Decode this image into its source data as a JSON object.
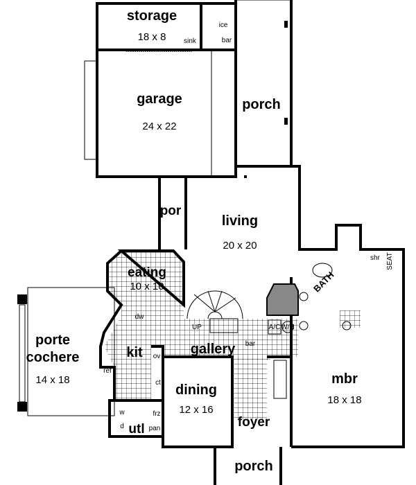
{
  "rooms": {
    "storage": {
      "name": "storage",
      "size": "18 x 8"
    },
    "garage": {
      "name": "garage",
      "size": "24 x 22"
    },
    "rear_porch": {
      "name": "porch"
    },
    "side_porch": {
      "name": "por"
    },
    "living": {
      "name": "living",
      "size": "20 x 20"
    },
    "eating": {
      "name": "eating",
      "size": "10 x 10"
    },
    "porte_cochere": {
      "name_line1": "porte",
      "name_line2": "cochere",
      "size": "14 x 18"
    },
    "kitchen": {
      "name": "kit"
    },
    "gallery": {
      "name": "gallery"
    },
    "dining": {
      "name": "dining",
      "size": "12 x 16"
    },
    "mbr": {
      "name": "mbr",
      "size": "18 x 18"
    },
    "foyer": {
      "name": "foyer"
    },
    "front_porch": {
      "name": "porch"
    },
    "utility": {
      "name": "utl"
    },
    "bath": {
      "name": "BATH"
    }
  },
  "fixtures": {
    "ice": "ice",
    "bar_top": "bar",
    "sink": "sink",
    "dw": "dw",
    "ref": "ref",
    "ov": "ov",
    "ct": "ct",
    "frz": "frz",
    "pan": "pan",
    "washer": "w",
    "dryer": "d",
    "up": "UP",
    "gallery_bar": "bar",
    "ac": "A/C",
    "wh": "W/H",
    "shr": "shr",
    "seat": "SEAT"
  }
}
